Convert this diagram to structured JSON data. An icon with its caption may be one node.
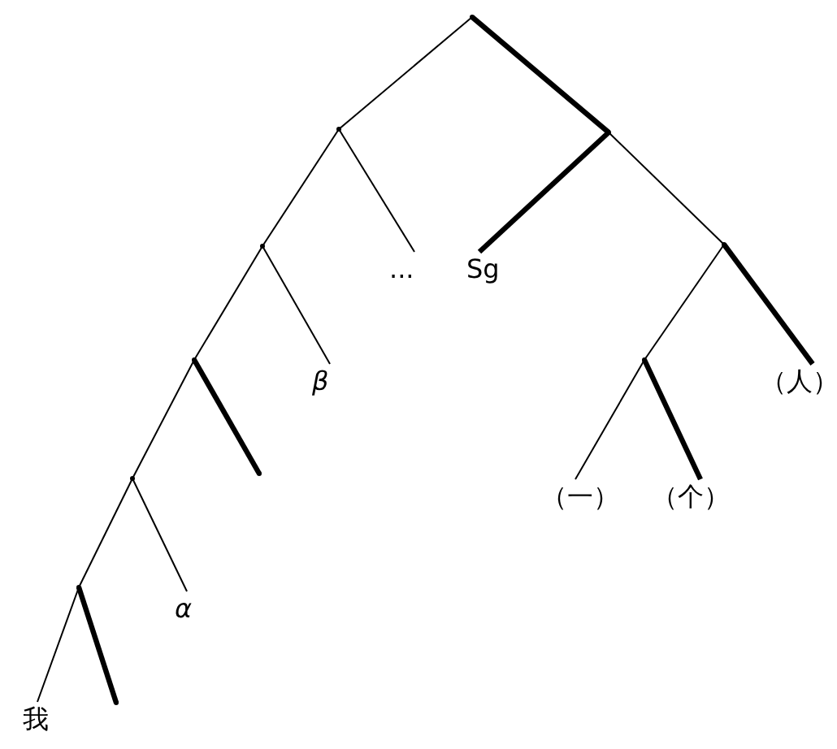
{
  "diagram": {
    "nodes": [
      {
        "text": [],
        "shape": "point"
      },
      {
        "text": [],
        "shape": "point"
      },
      {
        "text": [],
        "shape": "point"
      },
      {
        "text": [],
        "shape": "point"
      },
      {
        "text": [
          "..."
        ]
      },
      {
        "text": [
          "Sg"
        ]
      },
      {
        "text": [],
        "shape": "point"
      },
      {
        "text": [],
        "shape": "point"
      },
      {
        "text": [
          "*β*"
        ]
      },
      {
        "text": [],
        "shape": "point"
      },
      {
        "text": [
          "（人）"
        ]
      },
      {
        "text": [],
        "shape": "point"
      },
      {
        "text": [],
        "shape": "point"
      },
      {
        "text": [
          "（一）"
        ]
      },
      {
        "text": [
          "（个）"
        ]
      },
      {
        "text": [],
        "shape": "point"
      },
      {
        "text": [
          "*α*"
        ]
      },
      {
        "text": [],
        "shape": "point"
      },
      {
        "text": [
          "我"
        ]
      }
    ],
    "edges": [
      {
        "from": 0,
        "to": 1,
        "arrow": "none"
      },
      {
        "from": 0,
        "to": 2,
        "arrow": "none",
        "style": "thick"
      },
      {
        "from": 1,
        "to": 3,
        "arrow": "none"
      },
      {
        "from": 1,
        "to": 4,
        "arrow": "none"
      },
      {
        "from": 2,
        "to": 5,
        "arrow": "none",
        "style": "thick"
      },
      {
        "from": 2,
        "to": 6,
        "arrow": "none"
      },
      {
        "from": 3,
        "to": 7,
        "arrow": "none"
      },
      {
        "from": 3,
        "to": 8,
        "arrow": "none"
      },
      {
        "from": 6,
        "to": 9,
        "arrow": "none"
      },
      {
        "from": 6,
        "to": 10,
        "arrow": "none",
        "style": "thick"
      },
      {
        "from": 7,
        "to": 11,
        "arrow": "none"
      },
      {
        "from": 7,
        "to": 12,
        "arrow": "none",
        "style": "thick"
      },
      {
        "from": 9,
        "to": 13,
        "arrow": "none"
      },
      {
        "from": 9,
        "to": 14,
        "arrow": "none",
        "style": "thick"
      },
      {
        "from": 11,
        "to": 15,
        "arrow": "none"
      },
      {
        "from": 11,
        "to": 16,
        "arrow": "none"
      },
      {
        "from": 15,
        "to": 17,
        "arrow": "none",
        "style": "thick"
      },
      {
        "from": 15,
        "to": 18,
        "arrow": "none"
      }
    ]
  }
}
